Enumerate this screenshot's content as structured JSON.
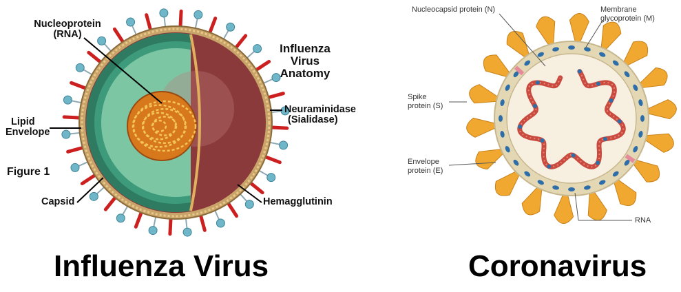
{
  "influenza": {
    "caption": "Influenza Virus",
    "figure_label": "Figure 1",
    "heading_lines": [
      "Influenza",
      "Virus",
      "Anatomy"
    ],
    "labels": {
      "nucleoprotein_line1": "Nucleoprotein",
      "nucleoprotein_line2": "(RNA)",
      "lipid_line1": "Lipid",
      "lipid_line2": "Envelope",
      "capsid": "Capsid",
      "neuraminidase_line1": "Neuraminidase",
      "neuraminidase_line2": "(Sialidase)",
      "hemagglutinin": "Hemagglutinin"
    },
    "colors": {
      "spike_red": "#cc1f1f",
      "spike_teal": "#6fb6c8",
      "envelope_tan": "#c9a46a",
      "capsid_green": "#3d9a7a",
      "core_orange": "#d8781c",
      "shell_maroon": "#8a3a3a"
    }
  },
  "coronavirus": {
    "caption": "Coronavirus",
    "labels": {
      "nucleocapsid": "Nucleocapsid protein (N)",
      "membrane_line1": "Membrane",
      "membrane_line2": "glycoprotein (M)",
      "spike_line1": "Spike",
      "spike_line2": "protein (S)",
      "envelope_line1": "Envelope",
      "envelope_line2": "protein (E)",
      "rna": "RNA"
    },
    "colors": {
      "spike_orange": "#f0a830",
      "membrane_beige": "#e4d7b4",
      "interior": "#f7efe0",
      "rna_red": "#c94a3e",
      "protein_blue": "#2e6ea8",
      "envelope_pink": "#e58a9a"
    }
  }
}
